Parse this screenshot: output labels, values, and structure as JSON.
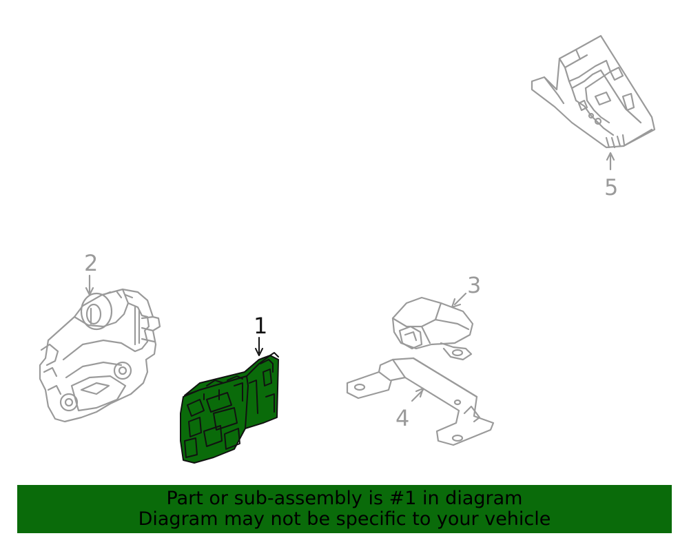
{
  "colors": {
    "background": "#ffffff",
    "highlight_part": "#0a6b0a",
    "outline_muted": "#9a9a9a",
    "outline_highlight": "#111111",
    "banner_background": "#0a6b0a",
    "banner_text": "#000000"
  },
  "callouts": {
    "part1": "1",
    "part2": "2",
    "part3": "3",
    "part4": "4",
    "part5": "5"
  },
  "banner": {
    "line1": "Part or sub-assembly is #1 in diagram",
    "line2": "Diagram may not be specific to your vehicle"
  }
}
